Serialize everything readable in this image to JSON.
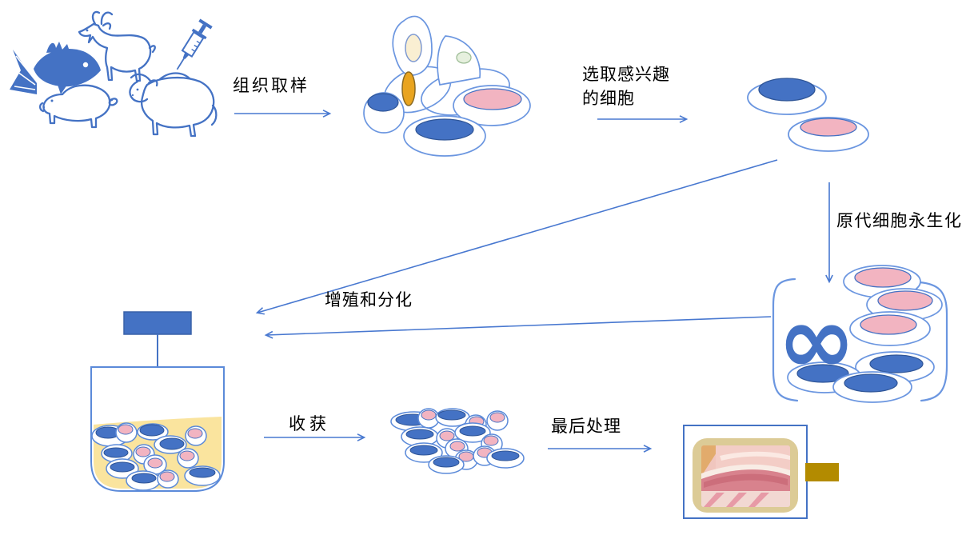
{
  "labels": {
    "tissue_sampling": "组织取样",
    "select_cells_line1": "选取感兴趣",
    "select_cells_line2": "的细胞",
    "immortalization": "原代细胞永生化",
    "proliferation_differentiation": "增殖和分化",
    "harvest": "收获",
    "final_processing": "最后处理"
  },
  "icons": {
    "infinity": "∞"
  },
  "colors": {
    "primary_blue": "#4472C4",
    "outline_blue": "#5B8AD9",
    "dark_blue": "#2F5597",
    "pink": "#F2B4C1",
    "cream": "#FAEFD2",
    "orange": "#E9A41F",
    "light_green": "#E6F0DE",
    "liquid_yellow": "#FAE49E",
    "gold": "#B38B00",
    "tan": "#DCCB96",
    "text": "#000000",
    "background": "#FFFFFF"
  }
}
